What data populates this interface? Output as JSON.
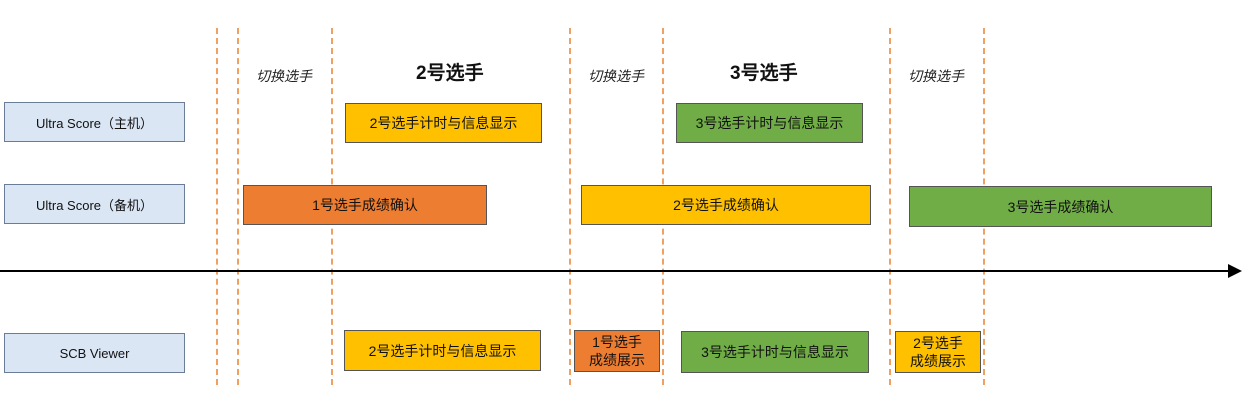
{
  "rows": {
    "master": "Ultra Score（主机）",
    "backup": "Ultra Score（备机）",
    "viewer": "SCB Viewer"
  },
  "phases": {
    "p2": "2号选手",
    "p3": "3号选手"
  },
  "switch_label": "切换选手",
  "blocks": {
    "master_p2": "2号选手计时与信息显示",
    "master_p3": "3号选手计时与信息显示",
    "backup_p1": "1号选手成绩确认",
    "backup_p2": "2号选手成绩确认",
    "backup_p3": "3号选手成绩确认",
    "viewer_p2": "2号选手计时与信息显示",
    "viewer_p1_line1": "1号选手",
    "viewer_p1_line2": "成绩展示",
    "viewer_p3": "3号选手计时与信息显示",
    "viewer_p2res_line1": "2号选手",
    "viewer_p2res_line2": "成绩展示"
  },
  "colors": {
    "yellow": "#ffc000",
    "orange": "#ed7d31",
    "green": "#70ad47",
    "row_label_bg": "#dbe6f5",
    "dashed_line": "#f0a060"
  }
}
